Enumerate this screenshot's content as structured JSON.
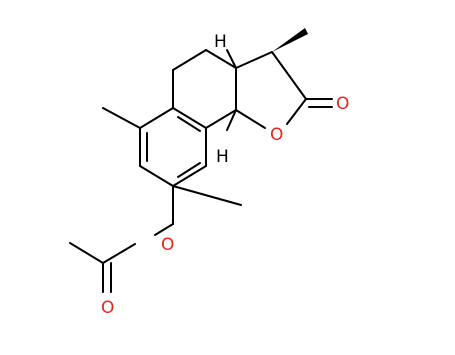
{
  "diagram": {
    "type": "chemical-structure",
    "atom_labels": {
      "ring_oxygen": "O",
      "carbonyl_oxygen_lactone": "O",
      "ester_oxygen": "O",
      "carbonyl_oxygen_acetate": "O",
      "hydrogen_top": "H",
      "hydrogen_bottom": "H"
    },
    "colors": {
      "bond": "#000000",
      "oxygen": "#e8241b",
      "hydrogen": "#000000",
      "background": "#ffffff"
    }
  }
}
